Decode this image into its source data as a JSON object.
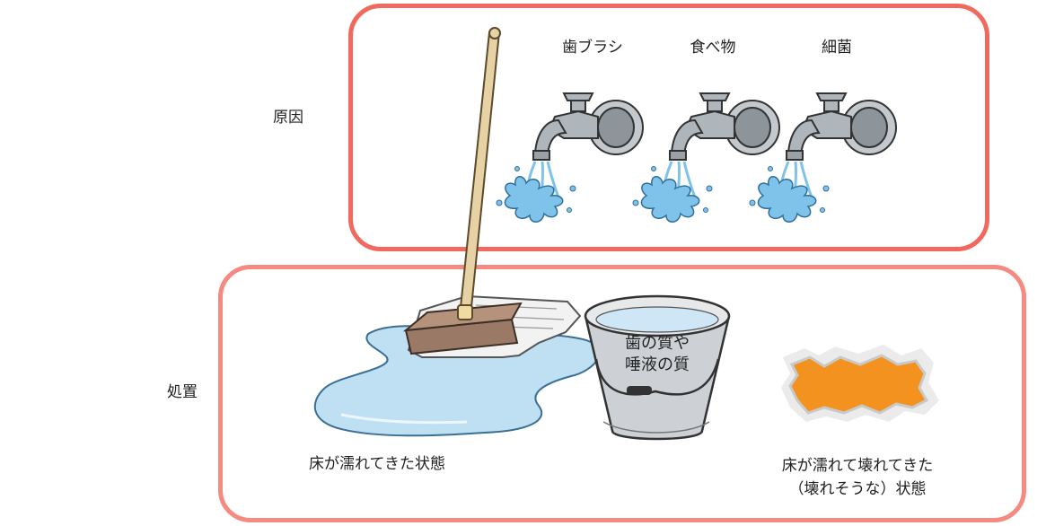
{
  "colors": {
    "cause_border": "#f1695e",
    "action_border": "#f58a80",
    "water": "#bfe0f3",
    "water_outline": "#3a6f93",
    "splash": "#7fc3ea",
    "faucet": "#aeb5bb",
    "bucket": "#c9cdd1",
    "damage": "#f3921e"
  },
  "labels": {
    "cause": "原因",
    "action": "処置",
    "cause_items": [
      "歯ブラシ",
      "食べ物",
      "細菌"
    ],
    "bucket_line1": "歯の質や",
    "bucket_line2": "唾液の質",
    "wet_floor": "床が濡れてきた状態",
    "damaged_floor_line1": "床が濡れて壊れてきた",
    "damaged_floor_line2": "（壊れそうな）状態"
  }
}
